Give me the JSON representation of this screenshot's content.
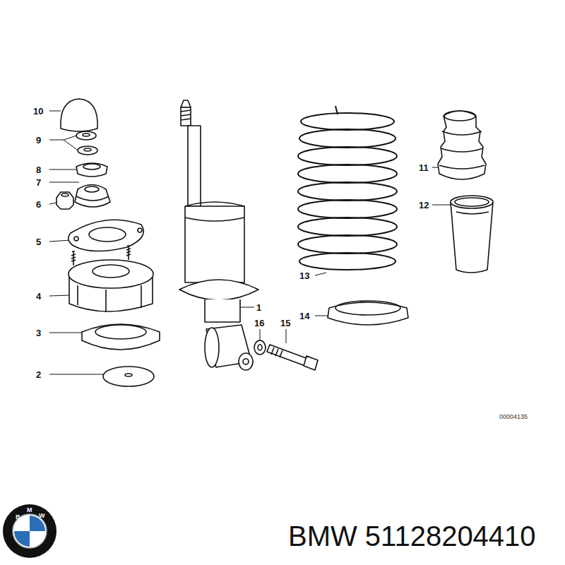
{
  "diagram": {
    "labels": [
      "10",
      "9",
      "8",
      "7",
      "6",
      "5",
      "4",
      "3",
      "2",
      "1",
      "16",
      "15",
      "11",
      "12",
      "13",
      "14",
      "00004135",
      "BMW 51128204410",
      "B",
      "M",
      "W"
    ]
  }
}
